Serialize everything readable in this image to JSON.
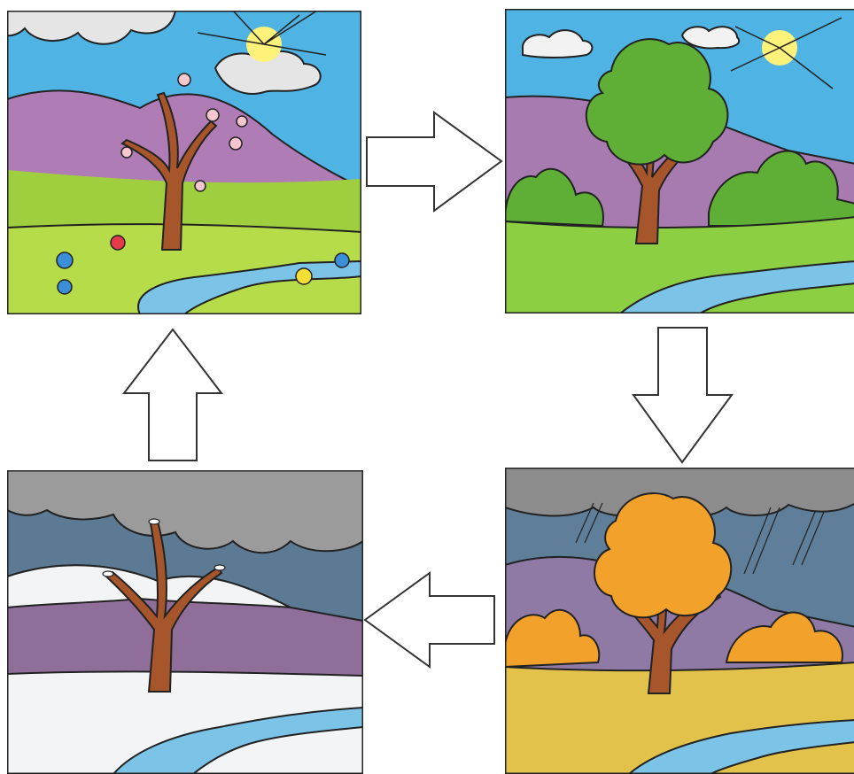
{
  "panels": [
    {
      "key": "spring",
      "sky": "#4fb4e4",
      "mountain": "#b07cb6",
      "ground": "#b7dc4a",
      "tree": "#a7552a",
      "foliage": "#f7c6cf"
    },
    {
      "key": "summer",
      "sky": "#4fb4e4",
      "mountain": "#a87bb0",
      "ground": "#8dcf42",
      "tree": "#a7552a",
      "foliage": "#5fae35"
    },
    {
      "key": "autumn",
      "sky": "#5e7e99",
      "mountain": "#8f7aa6",
      "ground": "#e2c24a",
      "tree": "#a7552a",
      "foliage": "#f2a12a"
    },
    {
      "key": "winter",
      "sky": "#5c7a93",
      "mountain": "#8f6f9a",
      "ground": "#f2f4f6",
      "tree": "#a7552a",
      "foliage": "#ffffff"
    }
  ],
  "cycle_order": [
    "spring",
    "summer",
    "autumn",
    "winter"
  ],
  "colors": {
    "water": "#7cc3e8",
    "cloud": "#d9d9d9",
    "sun": "#fff27a",
    "outline": "#1a1a1a",
    "arrow_fill": "#ffffff",
    "arrow_stroke": "#333333"
  }
}
